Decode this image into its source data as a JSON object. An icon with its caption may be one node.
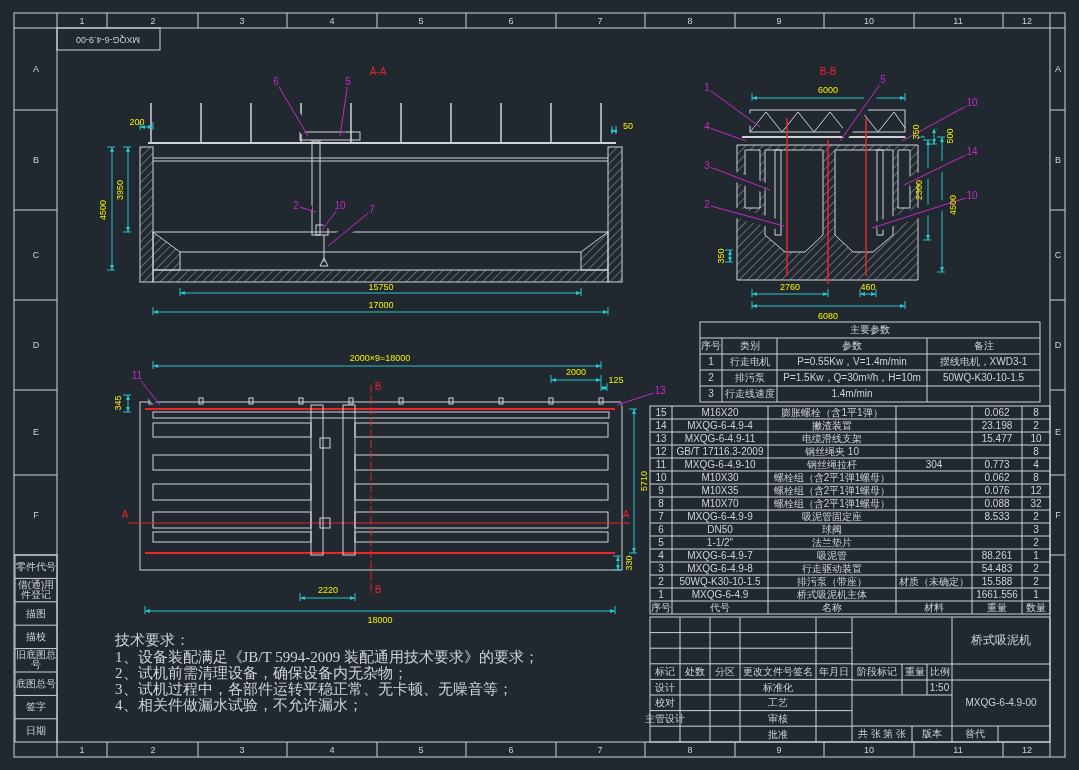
{
  "diagram": {
    "nodes": [
      {
        "text": [
          "6"
        ]
      },
      {
        "text": [
          "5"
        ]
      },
      {
        "text": [
          "2"
        ]
      },
      {
        "text": [
          "10"
        ]
      },
      {
        "text": [
          "7"
        ]
      },
      {
        "text": [
          "1"
        ]
      },
      {
        "text": [
          "5"
        ]
      },
      {
        "text": [
          "4"
        ]
      },
      {
        "text": [
          "3"
        ]
      },
      {
        "text": [
          "2"
        ]
      },
      {
        "text": [
          "10"
        ]
      },
      {
        "text": [
          "14"
        ]
      },
      {
        "text": [
          "10"
        ]
      },
      {
        "text": [
          "11"
        ]
      },
      {
        "text": [
          "13"
        ]
      }
    ],
    "edges": [
      {
        "from": 0,
        "to": null,
        "arrow": "none"
      },
      {
        "from": 1,
        "to": null,
        "arrow": "none"
      },
      {
        "from": 2,
        "to": null,
        "arrow": "none"
      },
      {
        "from": 3,
        "to": null,
        "arrow": "none"
      },
      {
        "from": 4,
        "to": null,
        "arrow": "none"
      },
      {
        "from": 5,
        "to": null,
        "arrow": "none"
      },
      {
        "from": 6,
        "to": null,
        "arrow": "none"
      },
      {
        "from": 7,
        "to": null,
        "arrow": "none"
      },
      {
        "from": 8,
        "to": null,
        "arrow": "none"
      },
      {
        "from": 9,
        "to": null,
        "arrow": "none"
      },
      {
        "from": 10,
        "to": null,
        "arrow": "none"
      },
      {
        "from": 11,
        "to": null,
        "arrow": "none"
      },
      {
        "from": 12,
        "to": null,
        "arrow": "none"
      },
      {
        "from": 13,
        "to": null,
        "arrow": "none"
      },
      {
        "from": 14,
        "to": null,
        "arrow": "none"
      }
    ],
    "labels": [
      "MXQG-6-4.9-00",
      "A-A",
      "B-B",
      "200",
      "50",
      "4500",
      "3950",
      "15750",
      "17000",
      "6000",
      "350",
      "500",
      "2300",
      "4500",
      "350",
      "2760",
      "460",
      "6080",
      "2000×9=18000",
      "2000",
      "125",
      "345",
      "5710",
      "2220",
      "18000",
      "330",
      "B",
      "B",
      "A",
      "A",
      "技术要求：",
      "1、设备装配满足《JB/T 5994-2009 装配通用技术要求》的要求；",
      "2、试机前需清理设备，确保设备内无杂物；",
      "3、试机过程中，各部件运转平稳正常、无卡顿、无噪音等；",
      "4、相关件做漏水试验，不允许漏水；",
      "主要参数",
      "序号",
      "类别",
      "参数",
      "备注",
      "1",
      "行走电机",
      "P=0.55Kw，V=1.4m/min",
      "摆线电机，XWD3-1",
      "2",
      "排污泵",
      "P=1.5Kw，Q=30m³/h，H=10m",
      "50WQ-K30-10-1.5",
      "3",
      "行走线速度",
      "1.4m/min",
      "15",
      "M16X20",
      "膨胀螺栓（含1平1弹）",
      "0.062",
      "8",
      "14",
      "MXQG-6-4.9-4",
      "撇渣装置",
      "23.198",
      "2",
      "13",
      "MXQG-6-4.9-11",
      "电缆滑线支架",
      "15.477",
      "10",
      "12",
      "GB/T 17116.3-2009",
      "钢丝绳夹 10",
      "8",
      "11",
      "MXQG-6-4.9-10",
      "钢丝绳拉杆",
      "304",
      "0.773",
      "4",
      "10",
      "M10X30",
      "螺栓组（含2平1弹1螺母）",
      "0.062",
      "8",
      "9",
      "M10X35",
      "螺栓组（含2平1弹1螺母）",
      "0.076",
      "12",
      "8",
      "M10X70",
      "螺栓组（含2平1弹1螺母）",
      "0.088",
      "32",
      "7",
      "MXQG-6-4.9-9",
      "吸泥管固定座",
      "8.533",
      "2",
      "6",
      "DN50",
      "球阀",
      "3",
      "5",
      "1-1/2\"",
      "法兰垫片",
      "2",
      "4",
      "MXQG-6-4.9-7",
      "吸泥管",
      "88.261",
      "1",
      "3",
      "MXQG-6-4.9-8",
      "行走驱动装置",
      "54.483",
      "2",
      "2",
      "50WQ-K30-10-1.5",
      "排污泵（带座）",
      "材质（未确定）",
      "15.588",
      "2",
      "1",
      "MXQG-6-4.9",
      "桥式吸泥机主体",
      "1661.556",
      "1",
      "序号",
      "代号",
      "名称",
      "材料",
      "重量",
      "数量",
      "标记",
      "处数",
      "分区",
      "更改文件号签名",
      "年月日",
      "设计",
      "标准化",
      "校对",
      "工艺",
      "主管设计",
      "审核",
      "批准",
      "阶段标记",
      "重量",
      "比例",
      "1:50",
      "桥式吸泥机",
      "MXQG-6-4.9-00",
      "共 张 第 张",
      "版本",
      "替代",
      "零件代号",
      "借(通)用件登记",
      "描图",
      "描校",
      "旧底图总号",
      "底图总号",
      "签字",
      "日期",
      "1",
      "2",
      "3",
      "4",
      "5",
      "6",
      "7",
      "8",
      "9",
      "10",
      "11",
      "12",
      "1",
      "2",
      "3",
      "4",
      "5",
      "6",
      "7",
      "8",
      "9",
      "10",
      "11",
      "12",
      "A",
      "B",
      "C",
      "D",
      "E",
      "F",
      "A",
      "B",
      "C",
      "D",
      "E",
      "F"
    ]
  }
}
